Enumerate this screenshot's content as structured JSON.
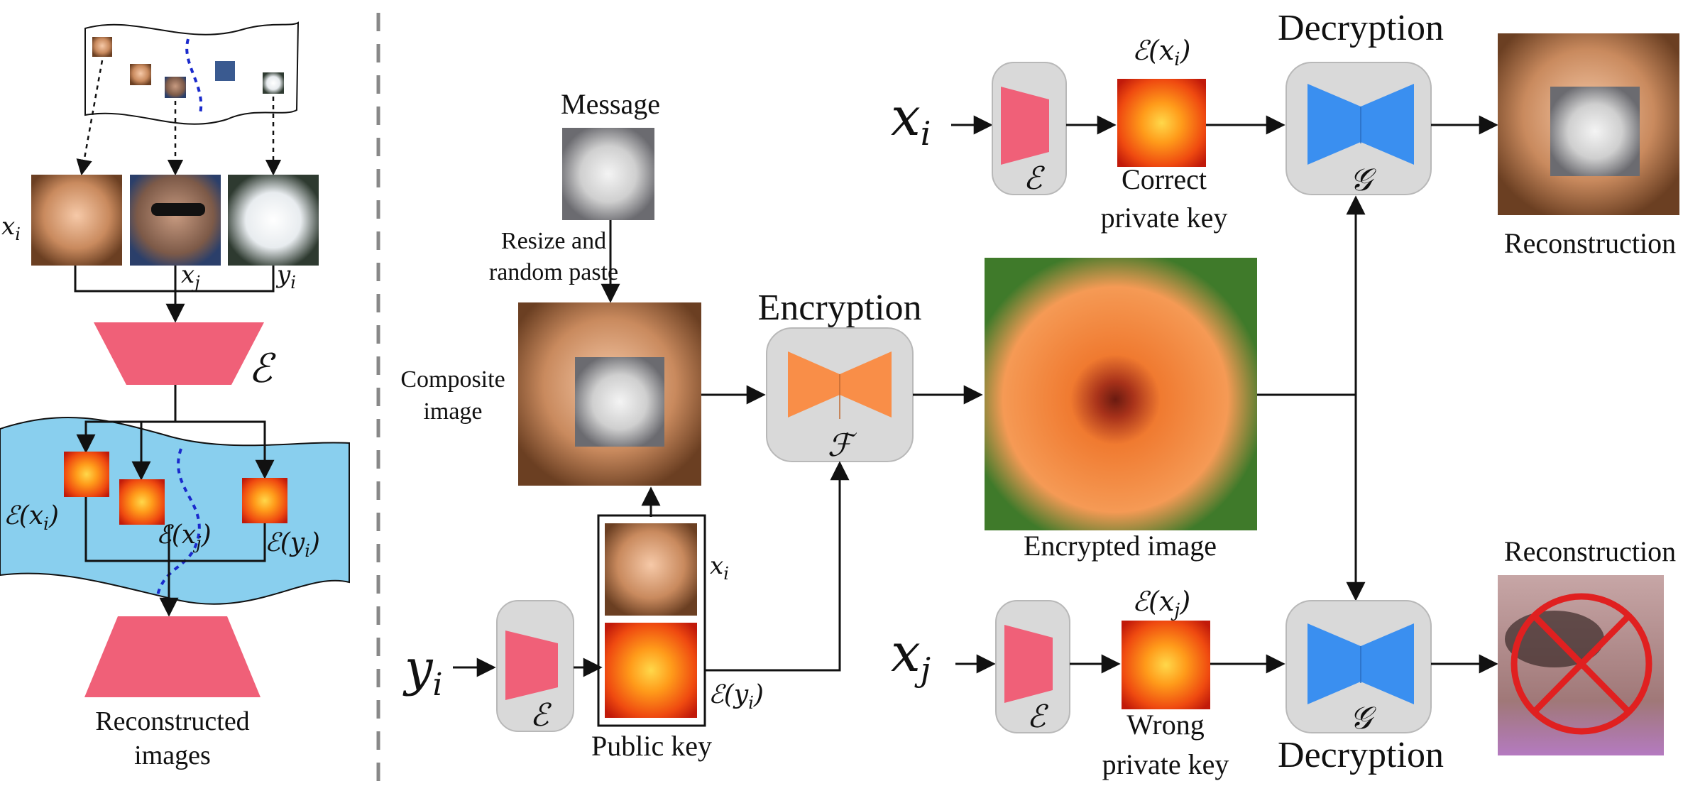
{
  "colors": {
    "encoder": "#f06078",
    "decoder": "#3a8ff0",
    "encryptor": "#f98e48",
    "latent_band": "#89cfee",
    "module_bg": "#d9d9d9",
    "cross": "#e02020"
  },
  "left_panel": {
    "label_xi": "x",
    "sub_i": "i",
    "label_xj": "x",
    "sub_j": "j",
    "label_yi": "y",
    "encoder_symbol": "ℰ",
    "latent_xi": "ℰ(x",
    "latent_xj": "ℰ(x",
    "latent_yi": "ℰ(y",
    "close_paren": ")",
    "output_line1": "Reconstructed",
    "output_line2": "images"
  },
  "middle": {
    "message_label": "Message",
    "resize_line1": "Resize and",
    "resize_line2": "random paste",
    "composite_line1": "Composite",
    "composite_line2": "image",
    "encryption_label": "Encryption",
    "encryption_symbol": "ℱ",
    "encrypted_label": "Encrypted image",
    "yi_label": "y",
    "encoder_symbol": "ℰ",
    "public_key_label": "Public key",
    "public_xi": "x",
    "public_eyi": "ℰ(y"
  },
  "top_branch": {
    "input_label": "x",
    "encoder_symbol": "ℰ",
    "latent_label": "ℰ(x",
    "key_line1": "Correct",
    "key_line2": "private key",
    "decryption_label": "Decryption",
    "decoder_symbol": "𝒢",
    "output_label": "Reconstruction"
  },
  "bottom_branch": {
    "input_label": "x",
    "encoder_symbol": "ℰ",
    "latent_label": "ℰ(x",
    "key_line1": "Wrong",
    "key_line2": "private key",
    "decryption_label": "Decryption",
    "decoder_symbol": "𝒢",
    "output_label": "Reconstruction"
  }
}
